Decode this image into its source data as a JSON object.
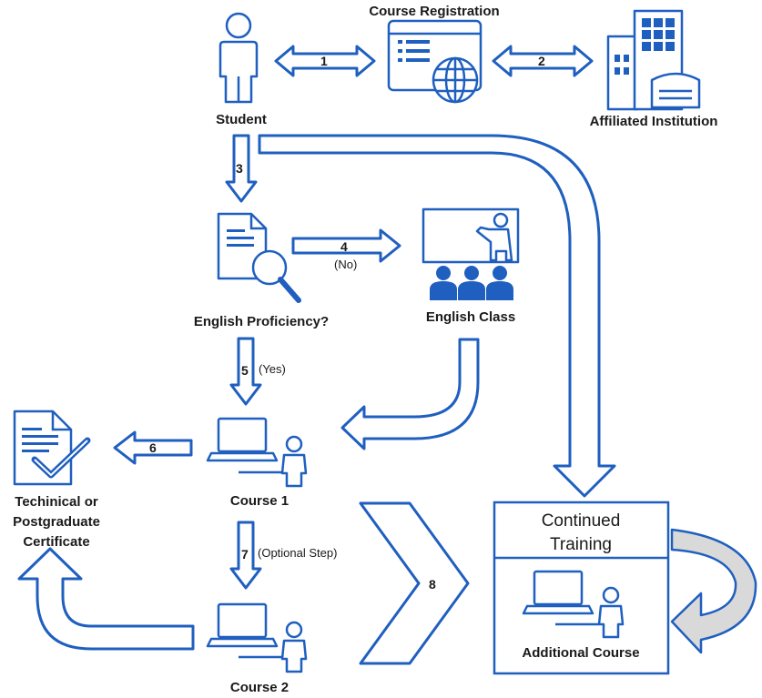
{
  "nodes": {
    "course_registration": "Course Registration",
    "student": "Student",
    "affiliated_institution": "Affiliated Institution",
    "english_proficiency": "English Proficiency?",
    "english_class": "English Class",
    "course1": "Course 1",
    "course2": "Course 2",
    "certificate_line1": "Techinical or",
    "certificate_line2": "Postgraduate",
    "certificate_line3": "Certificate",
    "continued_training_line1": "Continued",
    "continued_training_line2": "Training",
    "additional_course": "Additional Course"
  },
  "steps": {
    "s1": "1",
    "s2": "2",
    "s3": "3",
    "s4": "4",
    "s4_note": "(No)",
    "s5": "5",
    "s5_note": "(Yes)",
    "s6": "6",
    "s7": "7",
    "s7_note": "(Optional Step)",
    "s8": "8"
  },
  "colors": {
    "accent": "#1f5fbf",
    "text": "#1a1a1a",
    "loop_fill": "#d9d9d9"
  },
  "icons": [
    "person-icon",
    "web-form-icon",
    "building-icon",
    "document-search-icon",
    "classroom-icon",
    "laptop-user-icon",
    "certificate-icon"
  ]
}
